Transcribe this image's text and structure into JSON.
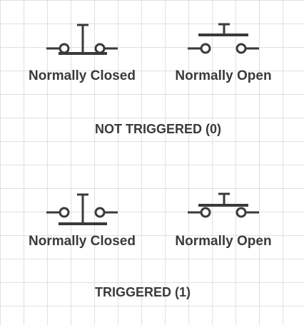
{
  "colors": {
    "stroke": "#3a3a3a",
    "text": "#3a3a3a",
    "grid": "#e0e0e0",
    "background": "#ffffff"
  },
  "not_triggered": {
    "state_label": "NOT TRIGGERED (0)",
    "nc_switch": {
      "label": "Normally Closed",
      "contact_closed": true
    },
    "no_switch": {
      "label": "Normally Open",
      "contact_closed": false
    }
  },
  "triggered": {
    "state_label": "TRIGGERED (1)",
    "nc_switch": {
      "label": "Normally Closed",
      "contact_closed": false
    },
    "no_switch": {
      "label": "Normally Open",
      "contact_closed": true
    }
  }
}
